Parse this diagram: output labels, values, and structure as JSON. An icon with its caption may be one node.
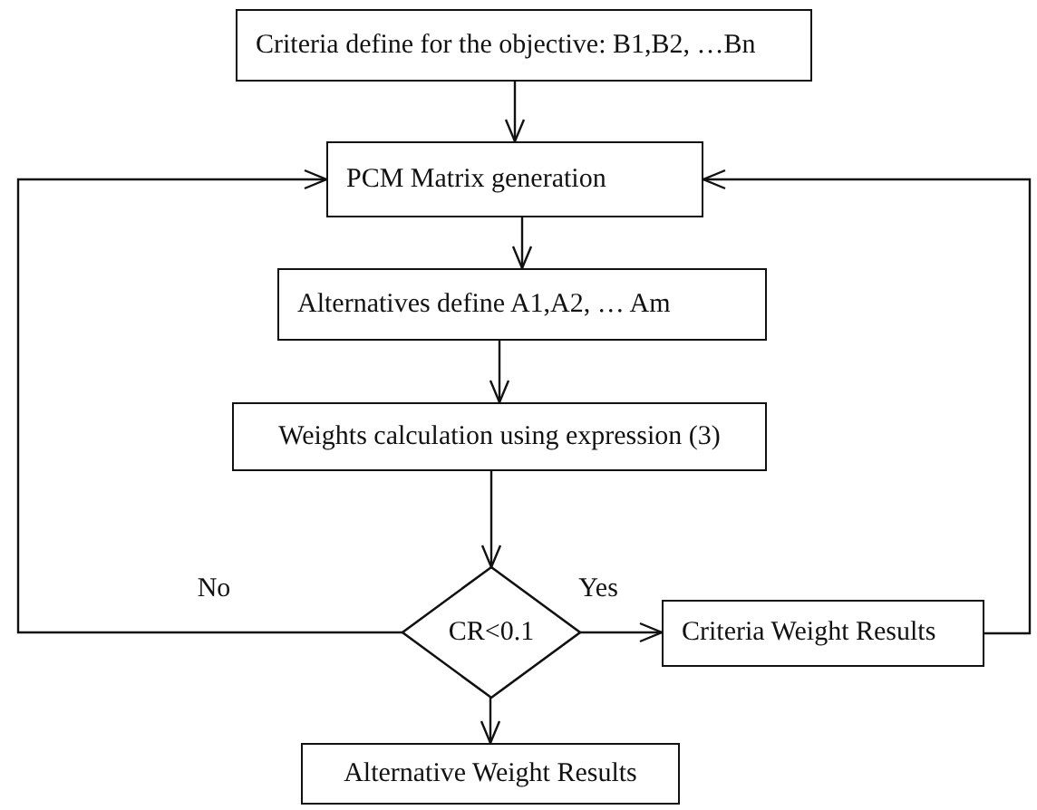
{
  "diagram": {
    "nodes": [
      {
        "text": [
          "Criteria define for the objective: B1,B2, …Bn"
        ]
      },
      {
        "text": [
          "PCM Matrix generation"
        ]
      },
      {
        "text": [
          "Alternatives define A1,A2, … Am"
        ]
      },
      {
        "text": [
          "Weights calculation using expression  (3)"
        ]
      },
      {
        "text": [
          "CR<0.1"
        ]
      },
      {
        "text": [
          "Criteria Weight Results"
        ]
      },
      {
        "text": [
          "Alternative Weight Results"
        ]
      }
    ],
    "edges": [
      {
        "from": 0,
        "to": 1,
        "arrow": "to"
      },
      {
        "from": 1,
        "to": 2,
        "arrow": "to"
      },
      {
        "from": 2,
        "to": 3,
        "arrow": "to"
      },
      {
        "from": 3,
        "to": 4,
        "arrow": "to"
      },
      {
        "from": 4,
        "to": 1,
        "arrow": "to",
        "label": "No"
      },
      {
        "from": 4,
        "to": 5,
        "arrow": "to",
        "label": "Yes"
      },
      {
        "from": 5,
        "to": 1,
        "arrow": "to"
      },
      {
        "from": 4,
        "to": 6,
        "arrow": "to"
      }
    ]
  }
}
